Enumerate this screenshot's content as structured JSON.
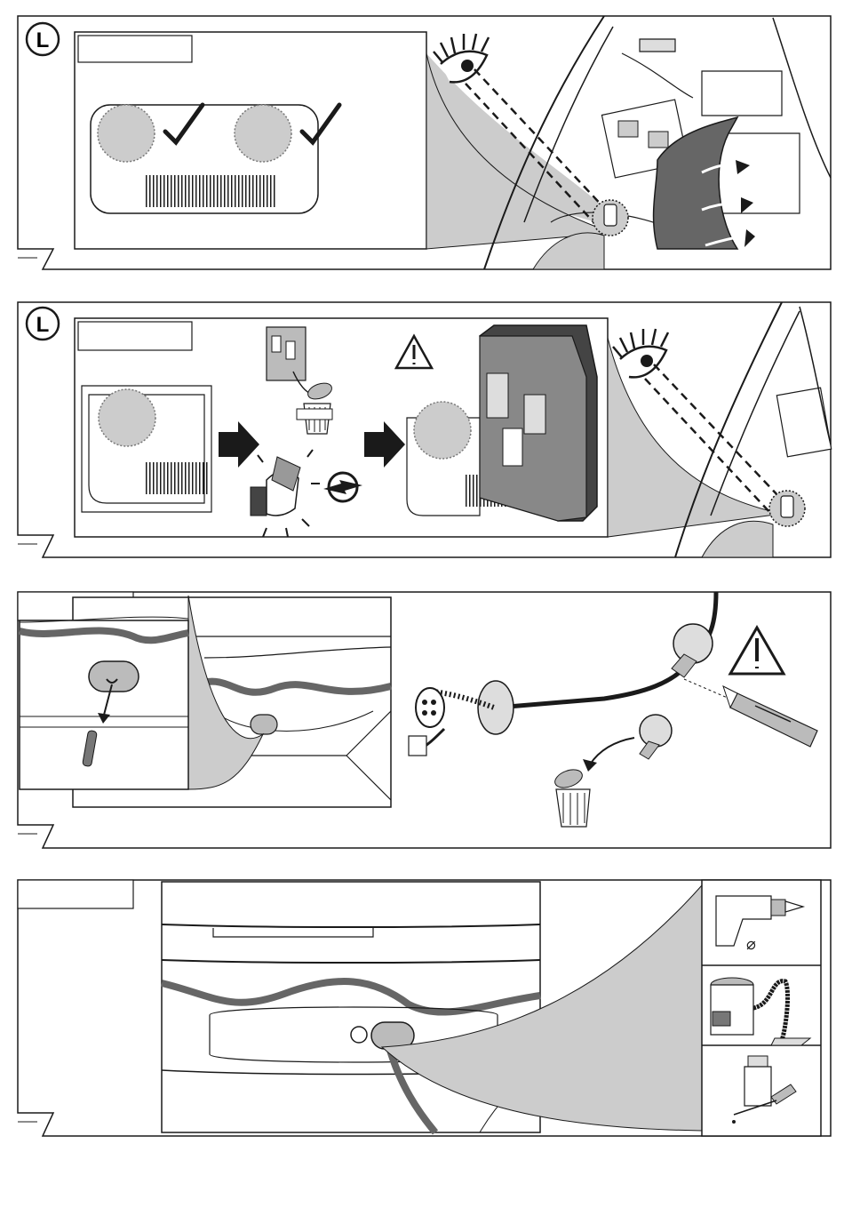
{
  "panels": [
    {
      "id": 1,
      "circle_label": "L",
      "label_box": "",
      "checks": 2
    },
    {
      "id": 2,
      "circle_label": "L",
      "label_box": ""
    },
    {
      "id": 3,
      "label_box": ""
    },
    {
      "id": 4,
      "label_box": "",
      "tools": [
        "drill",
        "vacuum-cleaner",
        "paint-bottle"
      ],
      "drill_symbol": "⌀"
    }
  ],
  "colors": {
    "line": "#1a1a1a",
    "fill_gray": "#cccccc",
    "wire": "#666666",
    "background": "#ffffff"
  }
}
